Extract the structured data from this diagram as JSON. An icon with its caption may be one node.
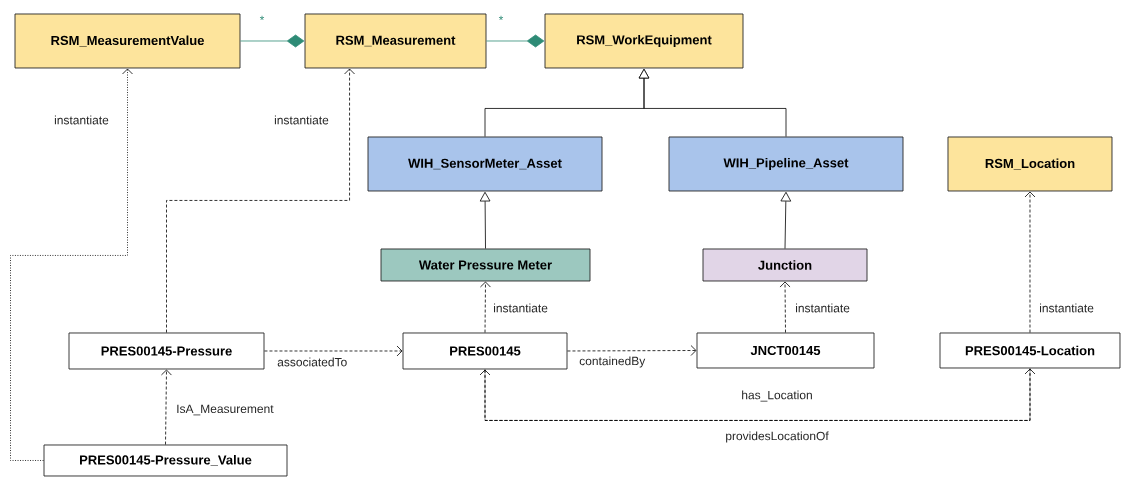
{
  "diagram": {
    "nodes": [
      {
        "text": [
          "RSM_MeasurementValue"
        ]
      },
      {
        "text": [
          "RSM_Measurement"
        ]
      },
      {
        "text": [
          "RSM_WorkEquipment"
        ]
      },
      {
        "text": [
          "WIH_SensorMeter_Asset"
        ]
      },
      {
        "text": [
          "WIH_Pipeline_Asset"
        ]
      },
      {
        "text": [
          "RSM_Location"
        ]
      },
      {
        "text": [
          "Water Pressure Meter"
        ]
      },
      {
        "text": [
          "Junction"
        ]
      },
      {
        "text": [
          "PRES00145-Pressure"
        ]
      },
      {
        "text": [
          "PRES00145"
        ]
      },
      {
        "text": [
          "JNCT00145"
        ]
      },
      {
        "text": [
          "PRES00145-Location"
        ]
      },
      {
        "text": [
          "PRES00145-Pressure_Value"
        ]
      }
    ],
    "edges": [
      {
        "from": 0,
        "to": 1,
        "arrow": "other",
        "label": "*",
        "color": "#2e8b76"
      },
      {
        "from": 1,
        "to": 2,
        "arrow": "other",
        "label": "*",
        "color": "#2e8b76"
      },
      {
        "from": 3,
        "to": 2,
        "arrow": "to"
      },
      {
        "from": 4,
        "to": 2,
        "arrow": "to"
      },
      {
        "from": 6,
        "to": 3,
        "arrow": "to"
      },
      {
        "from": 7,
        "to": 4,
        "arrow": "to"
      },
      {
        "from": 9,
        "to": 6,
        "arrow": "to",
        "label": "instantiate",
        "style": "dashed"
      },
      {
        "from": 10,
        "to": 7,
        "arrow": "to",
        "label": "instantiate",
        "style": "dashed"
      },
      {
        "from": 11,
        "to": 5,
        "arrow": "to",
        "label": "instantiate",
        "style": "dashed"
      },
      {
        "from": 8,
        "to": 1,
        "arrow": "to",
        "label": "instantiate",
        "style": "dashed"
      },
      {
        "from": 12,
        "to": 0,
        "arrow": "to",
        "label": "instantiate",
        "style": "dashed"
      },
      {
        "from": 12,
        "to": 8,
        "arrow": "to",
        "label": "IsA_Measurement",
        "style": "dashed"
      },
      {
        "from": 8,
        "to": 9,
        "arrow": "to",
        "label": "associatedTo",
        "style": "dashed"
      },
      {
        "from": 9,
        "to": 10,
        "arrow": "to",
        "label": "containedBy",
        "style": "dashed"
      },
      {
        "from": 9,
        "to": 11,
        "arrow": "to",
        "label": "has_Location",
        "style": "dashed"
      },
      {
        "from": 11,
        "to": 9,
        "arrow": "to",
        "label": "providesLocationOf",
        "style": "dashed"
      }
    ]
  }
}
